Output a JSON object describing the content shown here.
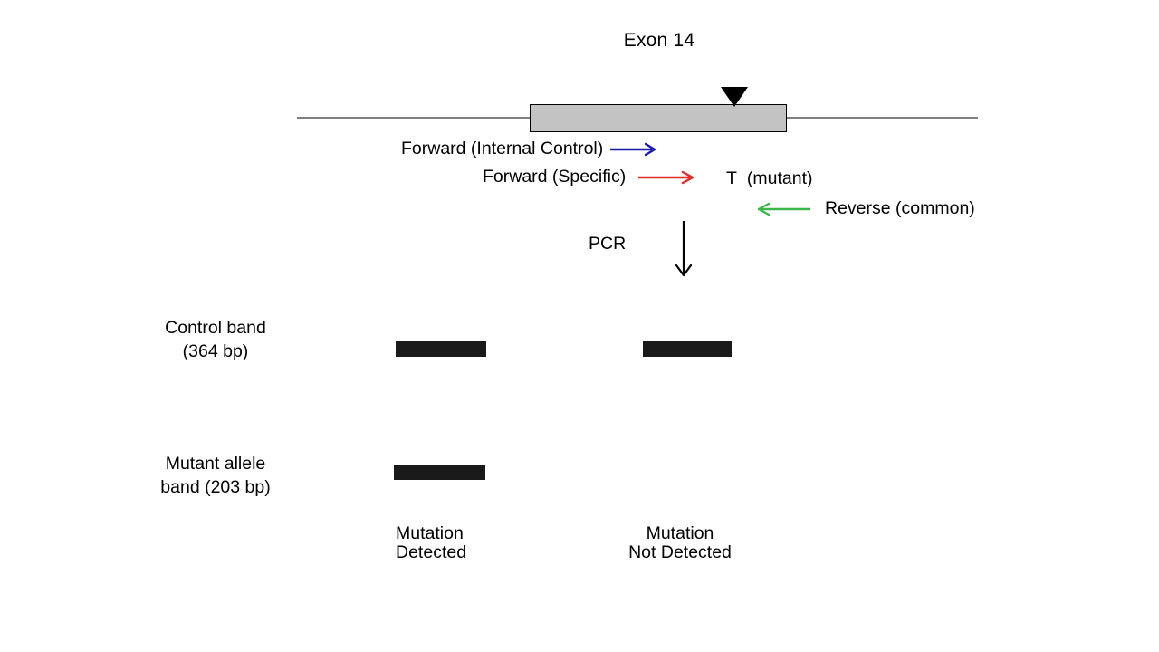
{
  "figure": {
    "title": "Exon 14",
    "gene": {
      "exon_label": "Exon 14",
      "mutation_marker": "mutation-site-triangle",
      "exon_fill_color": "#c3c3c3",
      "line_color": "#808080"
    },
    "primers": [
      {
        "name": "forward-internal-control",
        "label": "Forward (Internal Control)",
        "color": "#1a1aaa",
        "direction": "right"
      },
      {
        "name": "forward-specific",
        "label": "Forward (Specific)",
        "color": "#e02b2b",
        "direction": "right"
      },
      {
        "name": "reverse-common",
        "label": "Reverse (common)",
        "color": "#3cb54a",
        "direction": "left"
      }
    ],
    "mutant_base": {
      "letter": "T",
      "annotation": "(mutant)"
    },
    "process": {
      "label": "PCR",
      "arrow": "down-arrow"
    },
    "gel": {
      "rows": [
        {
          "name": "control-band",
          "label_line1": "Control band",
          "label_line2": "(364 bp)",
          "size_bp": 364,
          "lanes": [
            {
              "lane": "left",
              "present": true
            },
            {
              "lane": "right",
              "present": true
            }
          ]
        },
        {
          "name": "mutant-allele-band",
          "label_line1": "Mutant allele",
          "label_line2": "band (203 bp)",
          "size_bp": 203,
          "lanes": [
            {
              "lane": "left",
              "present": true
            },
            {
              "lane": "right",
              "present": false
            }
          ]
        }
      ],
      "band_color": "#1a1a1a"
    },
    "results": [
      {
        "name": "result-left",
        "text": "Mutation\nDetected"
      },
      {
        "name": "result-right",
        "text": "Mutation\nNot Detected"
      }
    ]
  }
}
